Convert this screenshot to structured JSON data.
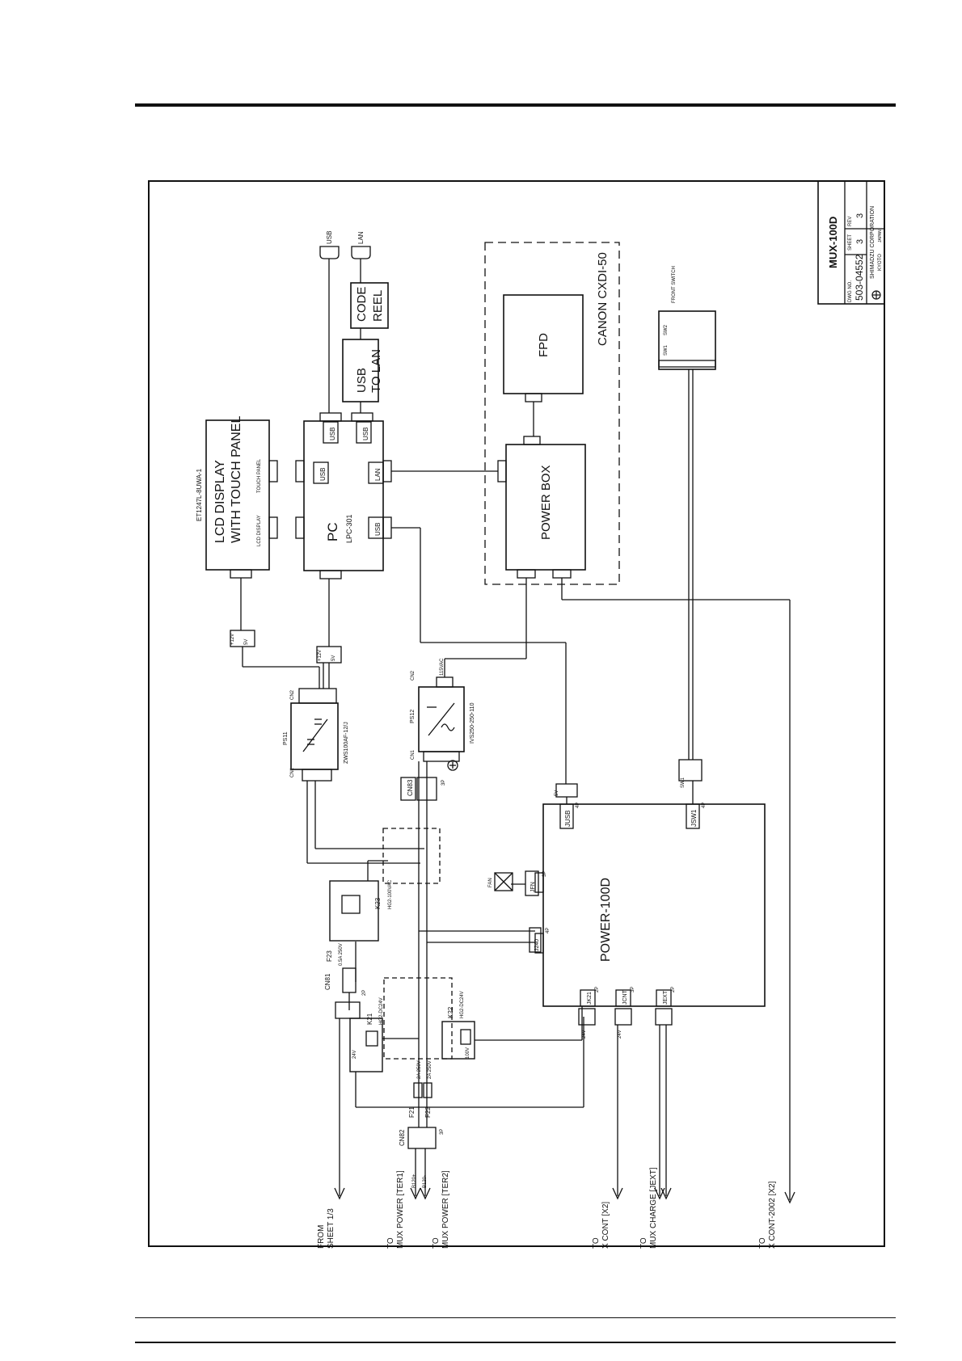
{
  "diagram": {
    "blocks": {
      "lcd_display": "LCD DISPLAY",
      "lcd_display_2": "WITH TOUCH PANEL",
      "lcd_model": "ET1247L-8UWA-1",
      "lcd_sub_display": "LCD DISPLAY",
      "lcd_sub_touch": "TOUCH PANEL",
      "pc": "PC",
      "pc_model": "LPC-301",
      "usb_to_lan_1": "USB",
      "usb_to_lan_2": "TO LAN",
      "code_reel_1": "CODE",
      "code_reel_2": "REEL",
      "fpd": "FPD",
      "power_box": "POWER BOX",
      "canon_group": "CANON CXDI-50",
      "power_100d": "POWER-100D",
      "ps11": "PS11",
      "ps11_model": "ZWS100AF-12/J",
      "ps12": "PS12",
      "ps12_model": "IVS250-250-110",
      "k23": "K23",
      "k23_model": "HG2-100VAC",
      "k21": "K21",
      "k21_model": "HG2-DC24V",
      "k22": "K22",
      "k22_model": "HG2-DC24V",
      "fan": "FAN",
      "front_switch": "FRONT SWITCH"
    },
    "ports": {
      "usb": "USB",
      "lan": "LAN",
      "usb_out": "USB",
      "lan_out": "LAN"
    },
    "connectors": {
      "jusb": "JUSB",
      "jsw1": "JSW1",
      "jfn": "JFN",
      "j240": "J240",
      "jk21": "JK21",
      "jcnt": "JCNT",
      "jext": "JEXT",
      "cn81": "CN81",
      "cn82": "CN82",
      "cn83": "CN83",
      "cn1": "CN1",
      "cn2": "CN2",
      "f21": "F21",
      "f22": "F22",
      "f23": "F23",
      "sw1": "SW1",
      "sw2": "SW2"
    },
    "wire_labels": {
      "v12": "+12V",
      "v5": "5V",
      "vac115": "115VAC",
      "v24": "24V",
      "vac100": "100V",
      "b120p": "B120+",
      "b120m": "B120-"
    },
    "ratings": {
      "f21": "2A 250V",
      "f22": "2A 250V",
      "f23": "0.5A 250V",
      "pins_2p": "2P",
      "pins_3p": "3P",
      "pins_4p": "4P"
    },
    "offsheet": {
      "from_sheet_1": "FROM",
      "from_sheet_2": "SHEET 1/3",
      "ter1_1": "TO",
      "ter1_2": "MUX POWER [TER1]",
      "ter2_1": "TO",
      "ter2_2": "MUX POWER [TER2]",
      "xcont_1": "TO",
      "xcont_2": "X CONT [X2]",
      "charge_1": "TO",
      "charge_2": "MUX CHARGE [JEXT]",
      "xcont2002_1": "TO",
      "xcont2002_2": "X CONT-2002 [X2]"
    },
    "title_block": {
      "title": "MUX-100D",
      "dwg_label": "DWG NO.",
      "dwg_no": "503-04552",
      "sheet_label": "SHEET",
      "sheet": "3",
      "rev_label": "REV",
      "rev": "3",
      "company": "SHIMADZU CORPORATION",
      "city": "KYOTO",
      "country": "JAPAN"
    }
  }
}
